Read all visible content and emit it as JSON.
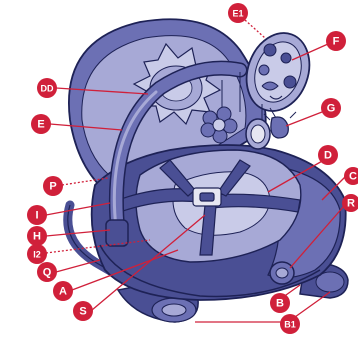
{
  "diagram": {
    "colors": {
      "seat_dark": "#4a4f94",
      "seat_mid": "#6c70b4",
      "seat_light": "#a7a9d6",
      "seat_pale": "#c9cbe8",
      "outline": "#1e2256",
      "callout": "#d0203a"
    },
    "labels": [
      "E1",
      "F",
      "DD",
      "E",
      "G",
      "D",
      "C",
      "P",
      "R",
      "I",
      "H",
      "I2",
      "Q",
      "A",
      "S",
      "B",
      "B1"
    ]
  }
}
